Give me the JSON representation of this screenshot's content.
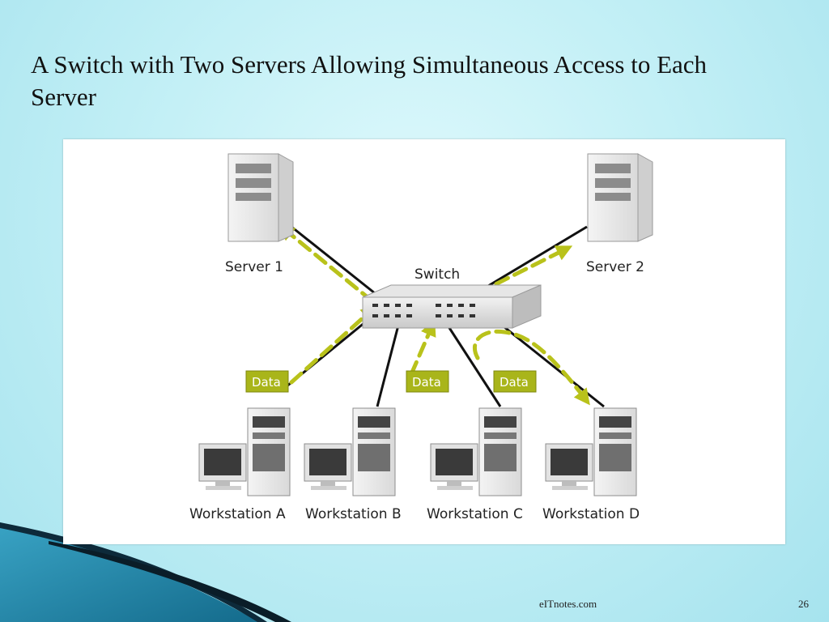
{
  "slide": {
    "title": "A Switch with Two Servers Allowing Simultaneous Access to Each Server",
    "footer_site": "eITnotes.com",
    "page_number": "26"
  },
  "diagram": {
    "switch_label": "Switch",
    "servers": [
      {
        "label": "Server 1"
      },
      {
        "label": "Server 2"
      }
    ],
    "workstations": [
      {
        "label": "Workstation A"
      },
      {
        "label": "Workstation B"
      },
      {
        "label": "Workstation C"
      },
      {
        "label": "Workstation D"
      }
    ],
    "data_tags": [
      "Data",
      "Data",
      "Data"
    ],
    "colors": {
      "arrow": "#b9c21b",
      "data_tag": "#a9b51a",
      "cable": "#111111",
      "background": "#c4f0f6"
    }
  }
}
